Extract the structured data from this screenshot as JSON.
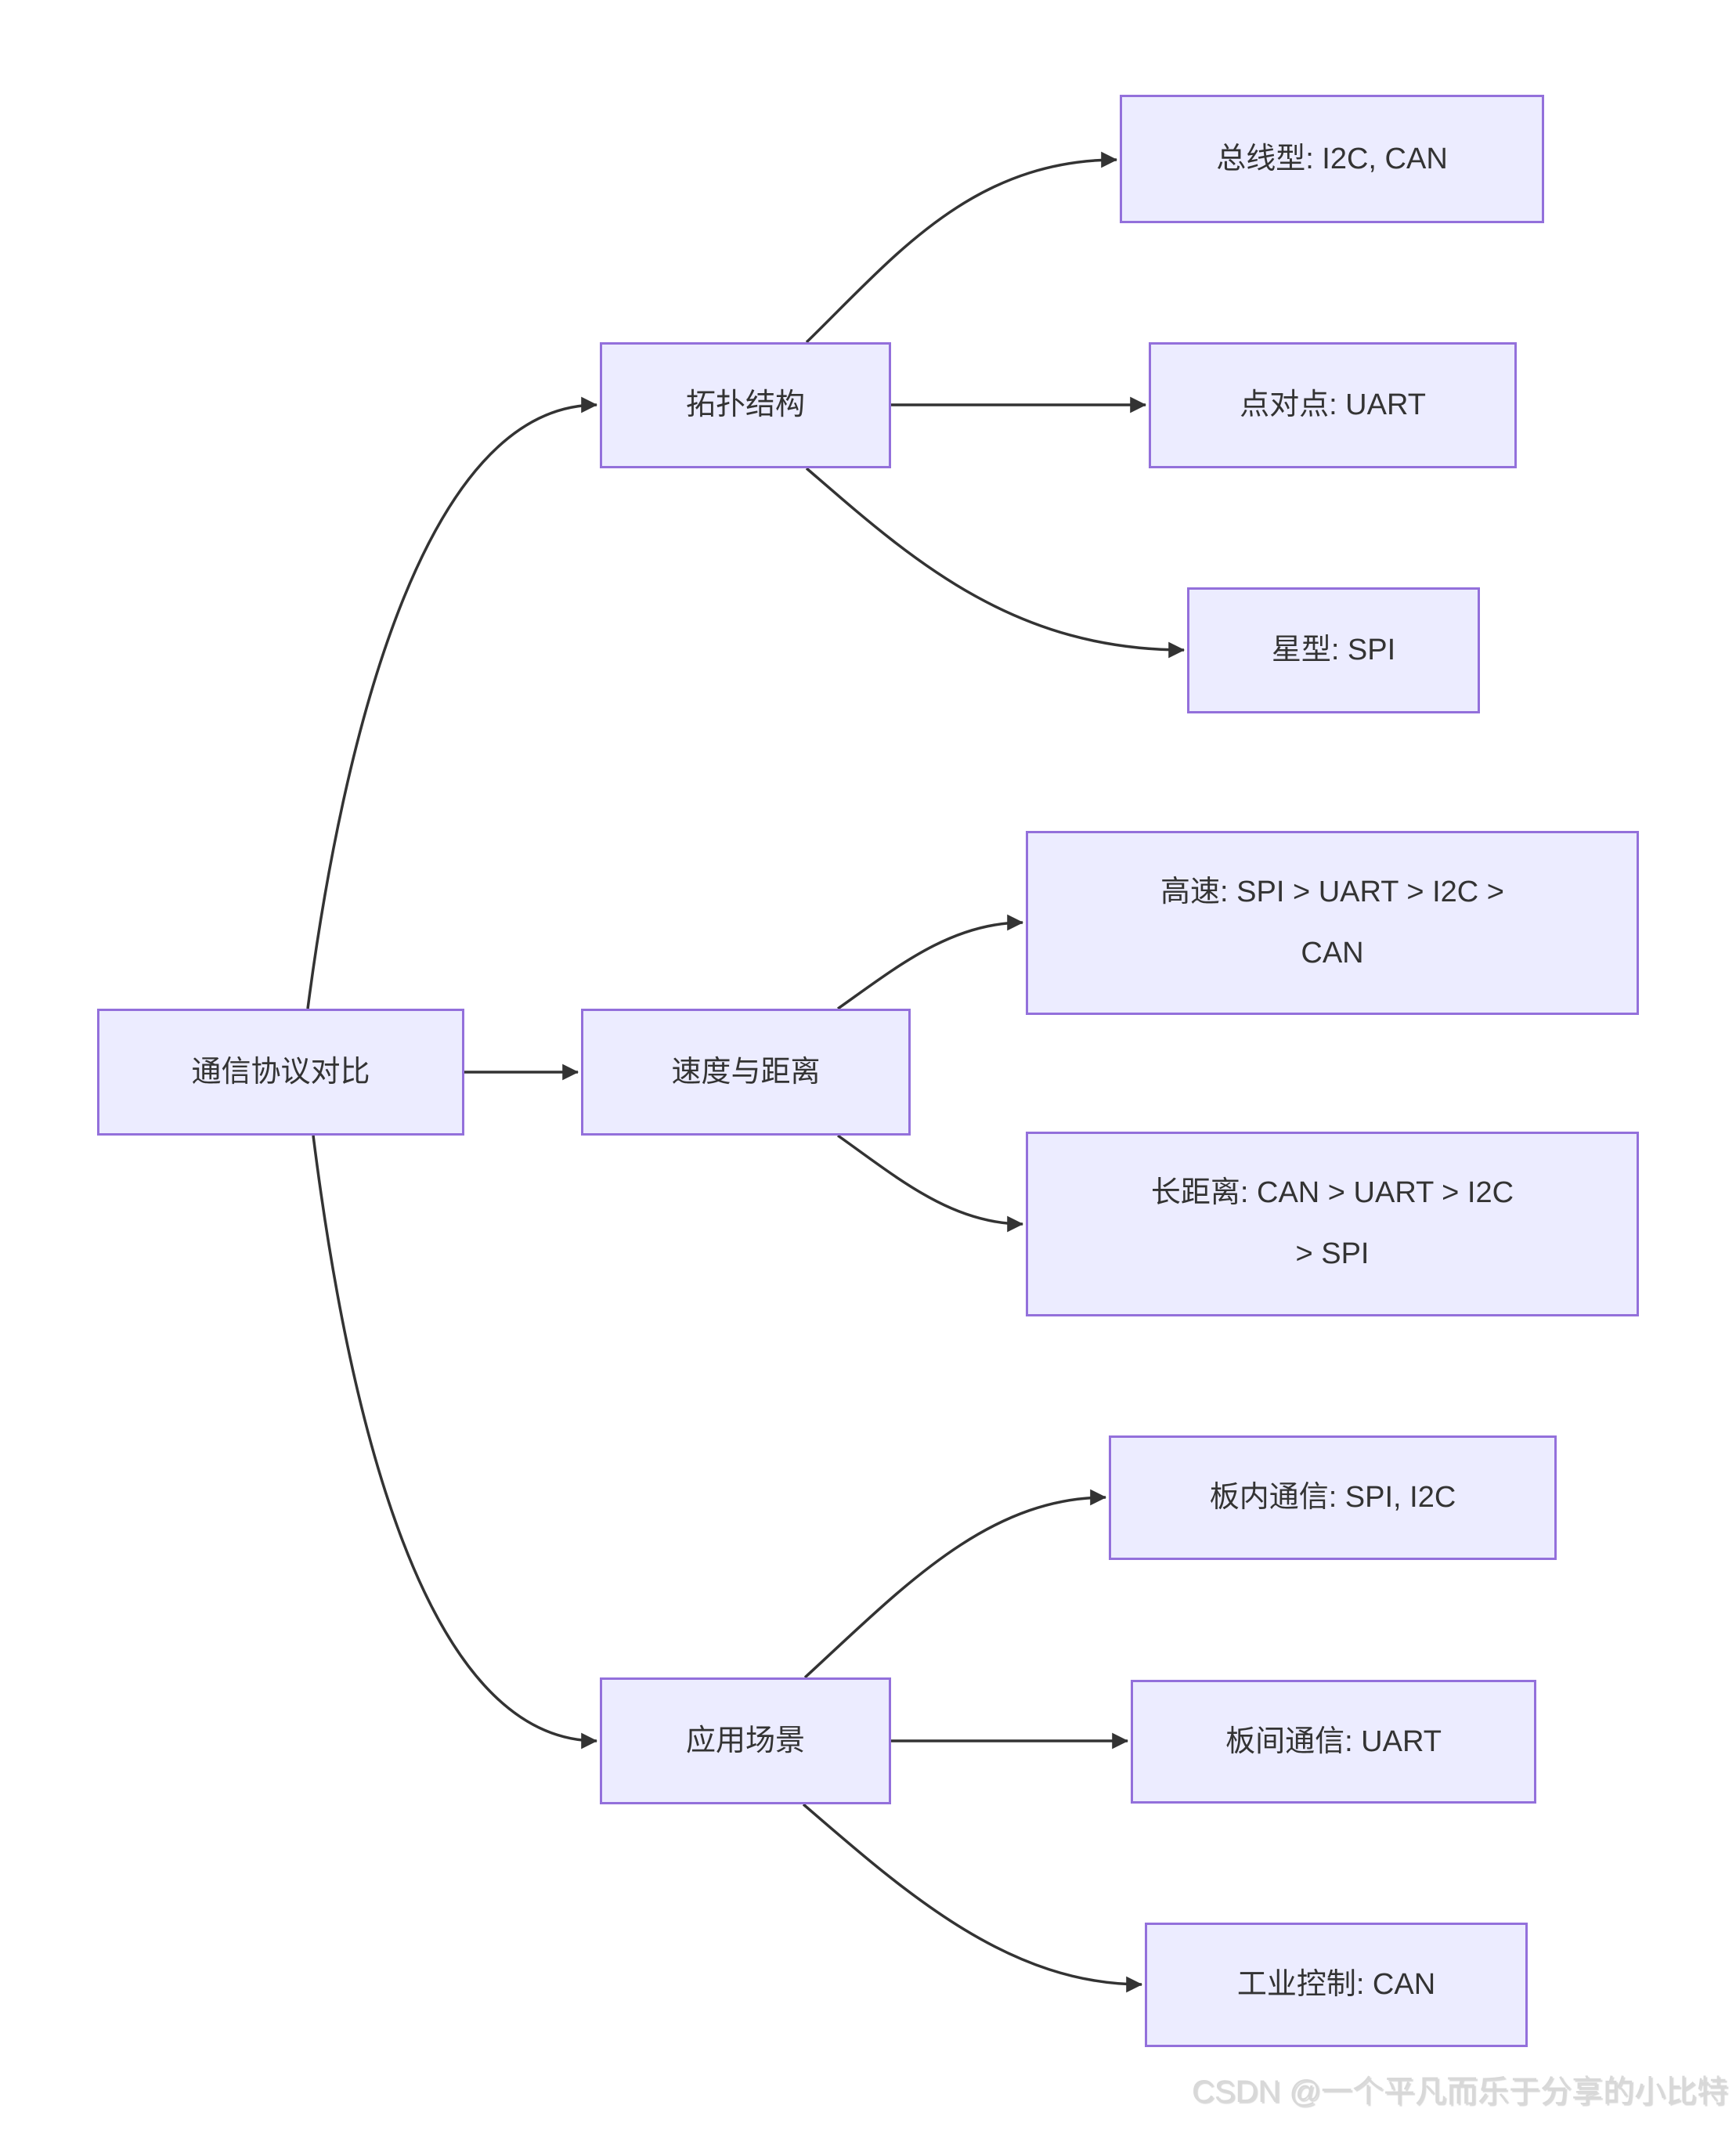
{
  "diagram": {
    "root": {
      "label": "通信协议对比"
    },
    "branches": [
      {
        "label": "拓扑结构",
        "children": [
          "总线型: I2C, CAN",
          "点对点: UART",
          "星型: SPI"
        ]
      },
      {
        "label": "速度与距离",
        "children": [
          "高速: SPI > UART > I2C >\nCAN",
          "长距离: CAN > UART > I2C\n> SPI"
        ]
      },
      {
        "label": "应用场景",
        "children": [
          "板内通信: SPI, I2C",
          "板间通信: UART",
          "工业控制: CAN"
        ]
      }
    ],
    "colors": {
      "node_fill": "#ECECFF",
      "node_border": "#9370DB",
      "edge": "#333333",
      "text": "#333333"
    }
  },
  "watermark": {
    "text": "CSDN @一个平凡而乐于分享的小比特"
  }
}
